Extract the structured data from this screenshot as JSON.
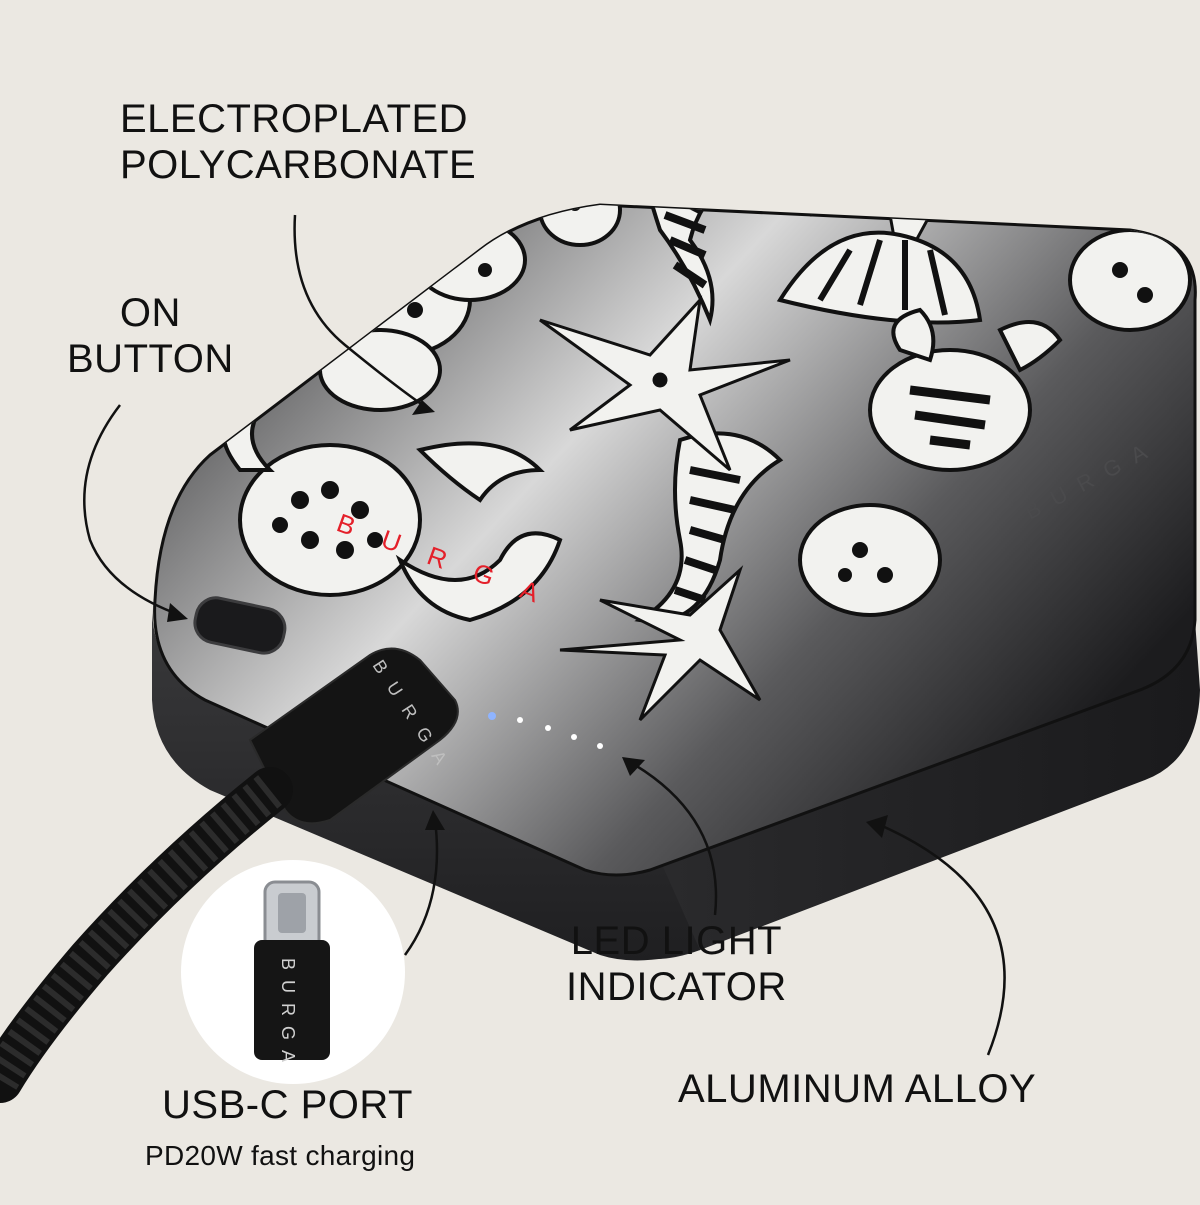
{
  "labels": {
    "electroplated": {
      "line1": "ELECTROPLATED",
      "line2": "POLYCARBONATE"
    },
    "on_button": {
      "line1": "ON",
      "line2": "BUTTON"
    },
    "led": {
      "line1": "LED LIGHT",
      "line2": "INDICATOR"
    },
    "usbc": {
      "title": "USB-C PORT",
      "subtitle": "PD20W fast charging"
    },
    "aluminum": {
      "title": "ALUMINUM ALLOY"
    }
  },
  "brand": {
    "top_logo": "BURGA",
    "side_logo": "BURGA",
    "cable_logo": "BURGA",
    "connector_logo": "BURGA"
  },
  "colors": {
    "background": "#ebe8e2",
    "body": "#2a2a2c",
    "logo_red": "#e4202a",
    "led": "#ffffff"
  },
  "icons": [
    "seahorse-icon",
    "starfish-icon",
    "seashell-icon",
    "crab-icon",
    "arrow-icon"
  ]
}
